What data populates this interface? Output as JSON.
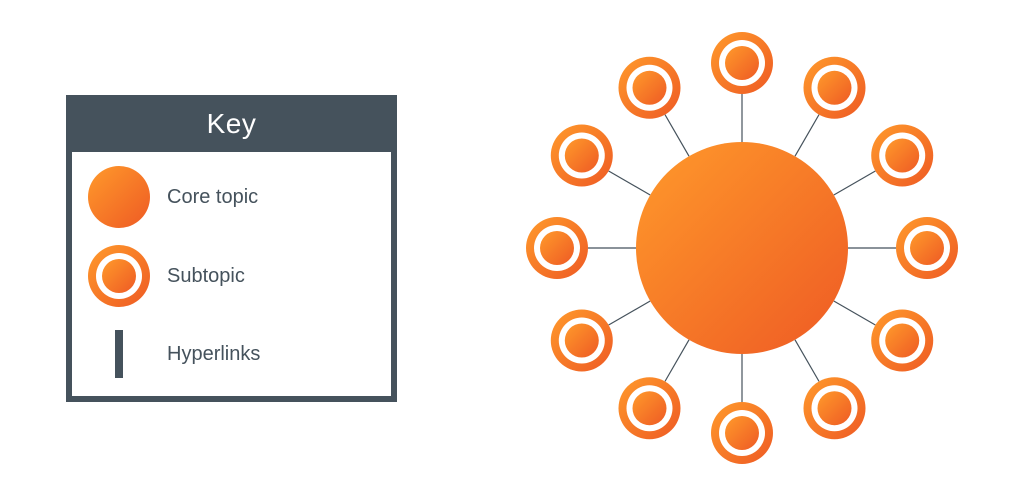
{
  "colors": {
    "key_dark": "#45525c",
    "orange_light": "#ff9a2b",
    "orange_dark": "#ee5a24",
    "ring_white": "#ffffff",
    "link_line": "#45525c"
  },
  "legend": {
    "title": "Key",
    "items": [
      {
        "symbol": "core-topic-circle",
        "label": "Core topic"
      },
      {
        "symbol": "subtopic-ring",
        "label": "Subtopic"
      },
      {
        "symbol": "hyperlink-bar",
        "label": "Hyperlinks"
      }
    ]
  },
  "diagram": {
    "core_topic_count": 1,
    "subtopic_count": 12,
    "hyperlink_count": 12
  }
}
